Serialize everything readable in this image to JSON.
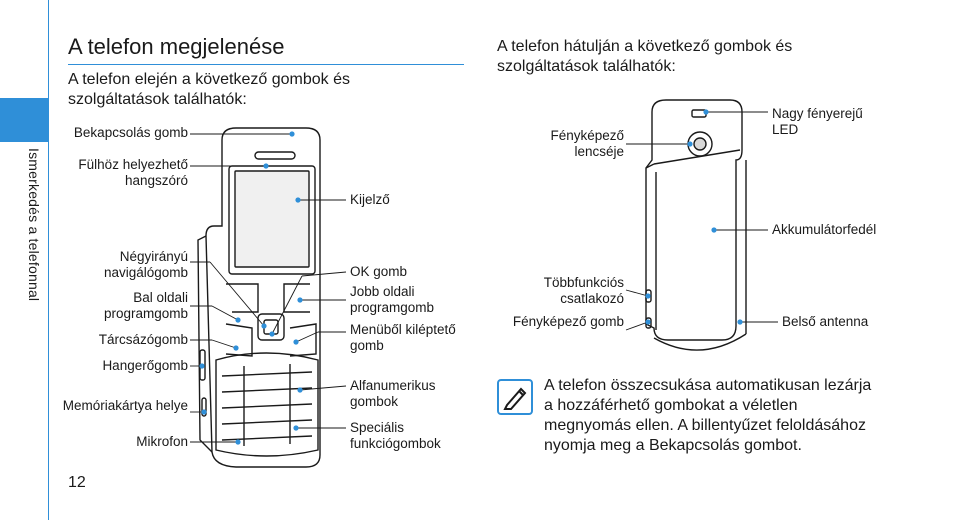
{
  "sidebar": {
    "section_label": "Ismerkedés a telefonnal",
    "page_number": "12"
  },
  "front": {
    "title": "A telefon megjelenése",
    "intro": "A telefon elején a következő gombok és szolgáltatások találhatók:",
    "labels_left": [
      "Bekapcsolás gomb",
      "Fülhöz helyezhető hangszóró",
      "Négyirányú navigálógomb",
      "Bal oldali programgomb",
      "Tárcsázógomb",
      "Hangerőgomb",
      "Memóriakártya helye",
      "Mikrofon"
    ],
    "labels_right": [
      "Kijelző",
      "OK gomb",
      "Jobb oldali programgomb",
      "Menüből kiléptető gomb",
      "Alfanumerikus gombok",
      "Speciális funkciógombok"
    ]
  },
  "rear": {
    "intro": "A telefon hátulján a következő gombok és szolgáltatások találhatók:",
    "labels_left": [
      "Fényképező lencséje",
      "Többfunkciós csatlakozó",
      "Fényképező gomb"
    ],
    "labels_right": [
      "Nagy fényerejű LED",
      "Akkumulátorfedél",
      "Belső antenna"
    ]
  },
  "note": {
    "icon": "note-pencil-icon",
    "text": "A telefon összecsukása automatikusan lezárja a hozzáférhető gombokat a véletlen megnyomás ellen. A billentyűzet feloldásához nyomja meg a Bekapcsolás gombot."
  },
  "colors": {
    "accent": "#2f8fd8",
    "text": "#1a1a1a"
  }
}
